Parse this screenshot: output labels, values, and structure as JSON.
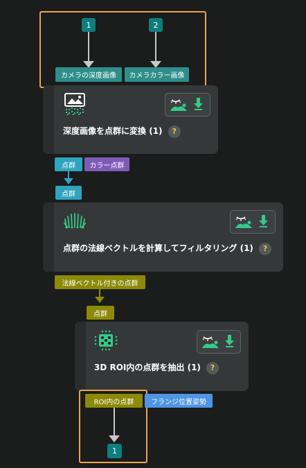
{
  "top_group": {
    "input1": {
      "index": "1",
      "port_label": "カメラの深度画像"
    },
    "input2": {
      "index": "2",
      "port_label": "カメラカラー画像"
    }
  },
  "nodes": {
    "depth_to_cloud": {
      "title": "深度画像を点群に変換",
      "count": "(1)",
      "help": "?",
      "outputs": [
        "点群",
        "カラー点群"
      ]
    },
    "filter_normals": {
      "input": "点群",
      "title": "点群の法線ベクトルを計算してフィルタリング",
      "count": "(1)",
      "help": "?",
      "output": "法線ベクトル付きの点群"
    },
    "extract_roi": {
      "input": "点群",
      "title": "3D ROI内の点群を抽出",
      "count": "(1)",
      "help": "?",
      "outputs": [
        "ROI内の点群",
        "フランジ位置姿勢"
      ]
    }
  },
  "bottom_group": {
    "output_index": "1"
  },
  "icons": {
    "node1": "depth-image-icon",
    "node2": "point-cloud-normals-icon",
    "node3": "roi-cube-icon",
    "tool_view": "visualize-icon",
    "tool_download": "download-icon"
  },
  "colors": {
    "highlight": "#f0a44c",
    "badge": "#0f7d7d",
    "port_teal": "#2f8e8a",
    "port_cyan": "#2fa4bd",
    "port_purple": "#7f5bb8",
    "port_olive": "#8c8a08",
    "port_blue": "#4e95e4"
  }
}
